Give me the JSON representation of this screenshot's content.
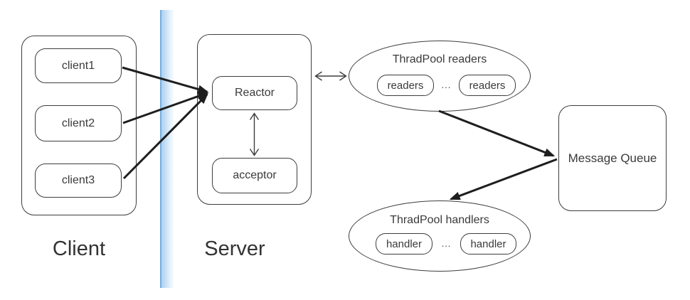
{
  "diagram": {
    "client": {
      "label": "Client",
      "nodes": [
        {
          "label": "client1"
        },
        {
          "label": "client2"
        },
        {
          "label": "client3"
        }
      ]
    },
    "server": {
      "label": "Server",
      "reactor_label": "Reactor",
      "acceptor_label": "acceptor"
    },
    "readers_pool": {
      "title": "ThradPool readers",
      "node_left": "readers",
      "ellipsis": "...",
      "node_right": "readers"
    },
    "handlers_pool": {
      "title": "ThradPool handlers",
      "node_left": "handler",
      "ellipsis": "...",
      "node_right": "handler"
    },
    "message_queue": {
      "label": "Message Queue"
    },
    "colors": {
      "shape_border": "#3d3d3d",
      "text": "#3a3a3a",
      "arrow": "#1e1e1e",
      "divider_edge": "#79aedd",
      "divider_fill": "#c6e0f6"
    }
  }
}
